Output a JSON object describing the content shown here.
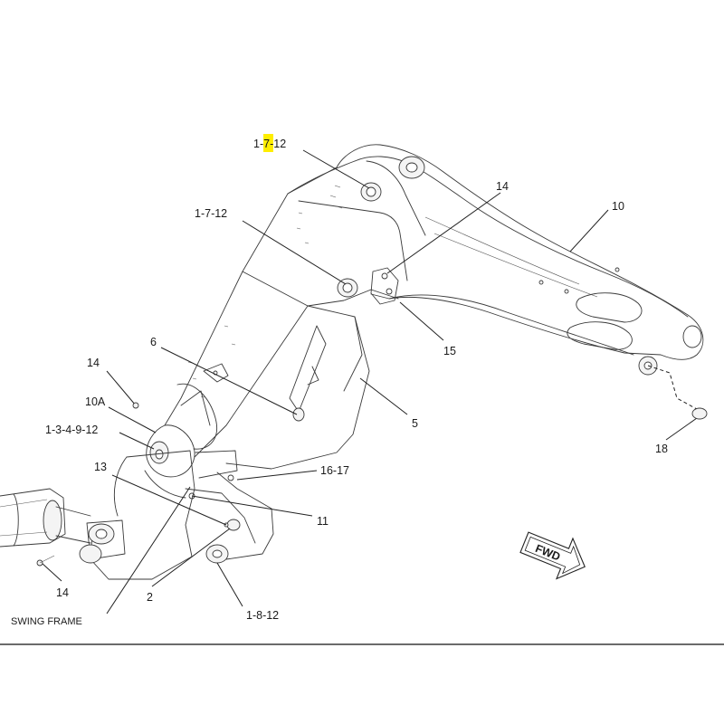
{
  "diagram": {
    "callouts": {
      "top_pin": {
        "prefix": "1-",
        "highlight": "7",
        "suffix": "-12"
      },
      "pin_mid": "1-7-12",
      "bracket_14_top": "14",
      "boom_10": "10",
      "bracket_15": "15",
      "cyl_6": "6",
      "left_14": "14",
      "foot_10a": "10A",
      "foot_pin": "1-3-4-9-12",
      "cyl_5": "5",
      "pin_18": "18",
      "bolt_13": "13",
      "bolts_16_17": "16-17",
      "part_11": "11",
      "bottom_14": "14",
      "part_2": "2",
      "base_pin": "1-8-12",
      "swing_frame": "SWING FRAME",
      "fwd": "FWD"
    },
    "colors": {
      "highlight": "#ffee00",
      "line": "#3a3a3a",
      "text": "#1a1a1a"
    }
  }
}
